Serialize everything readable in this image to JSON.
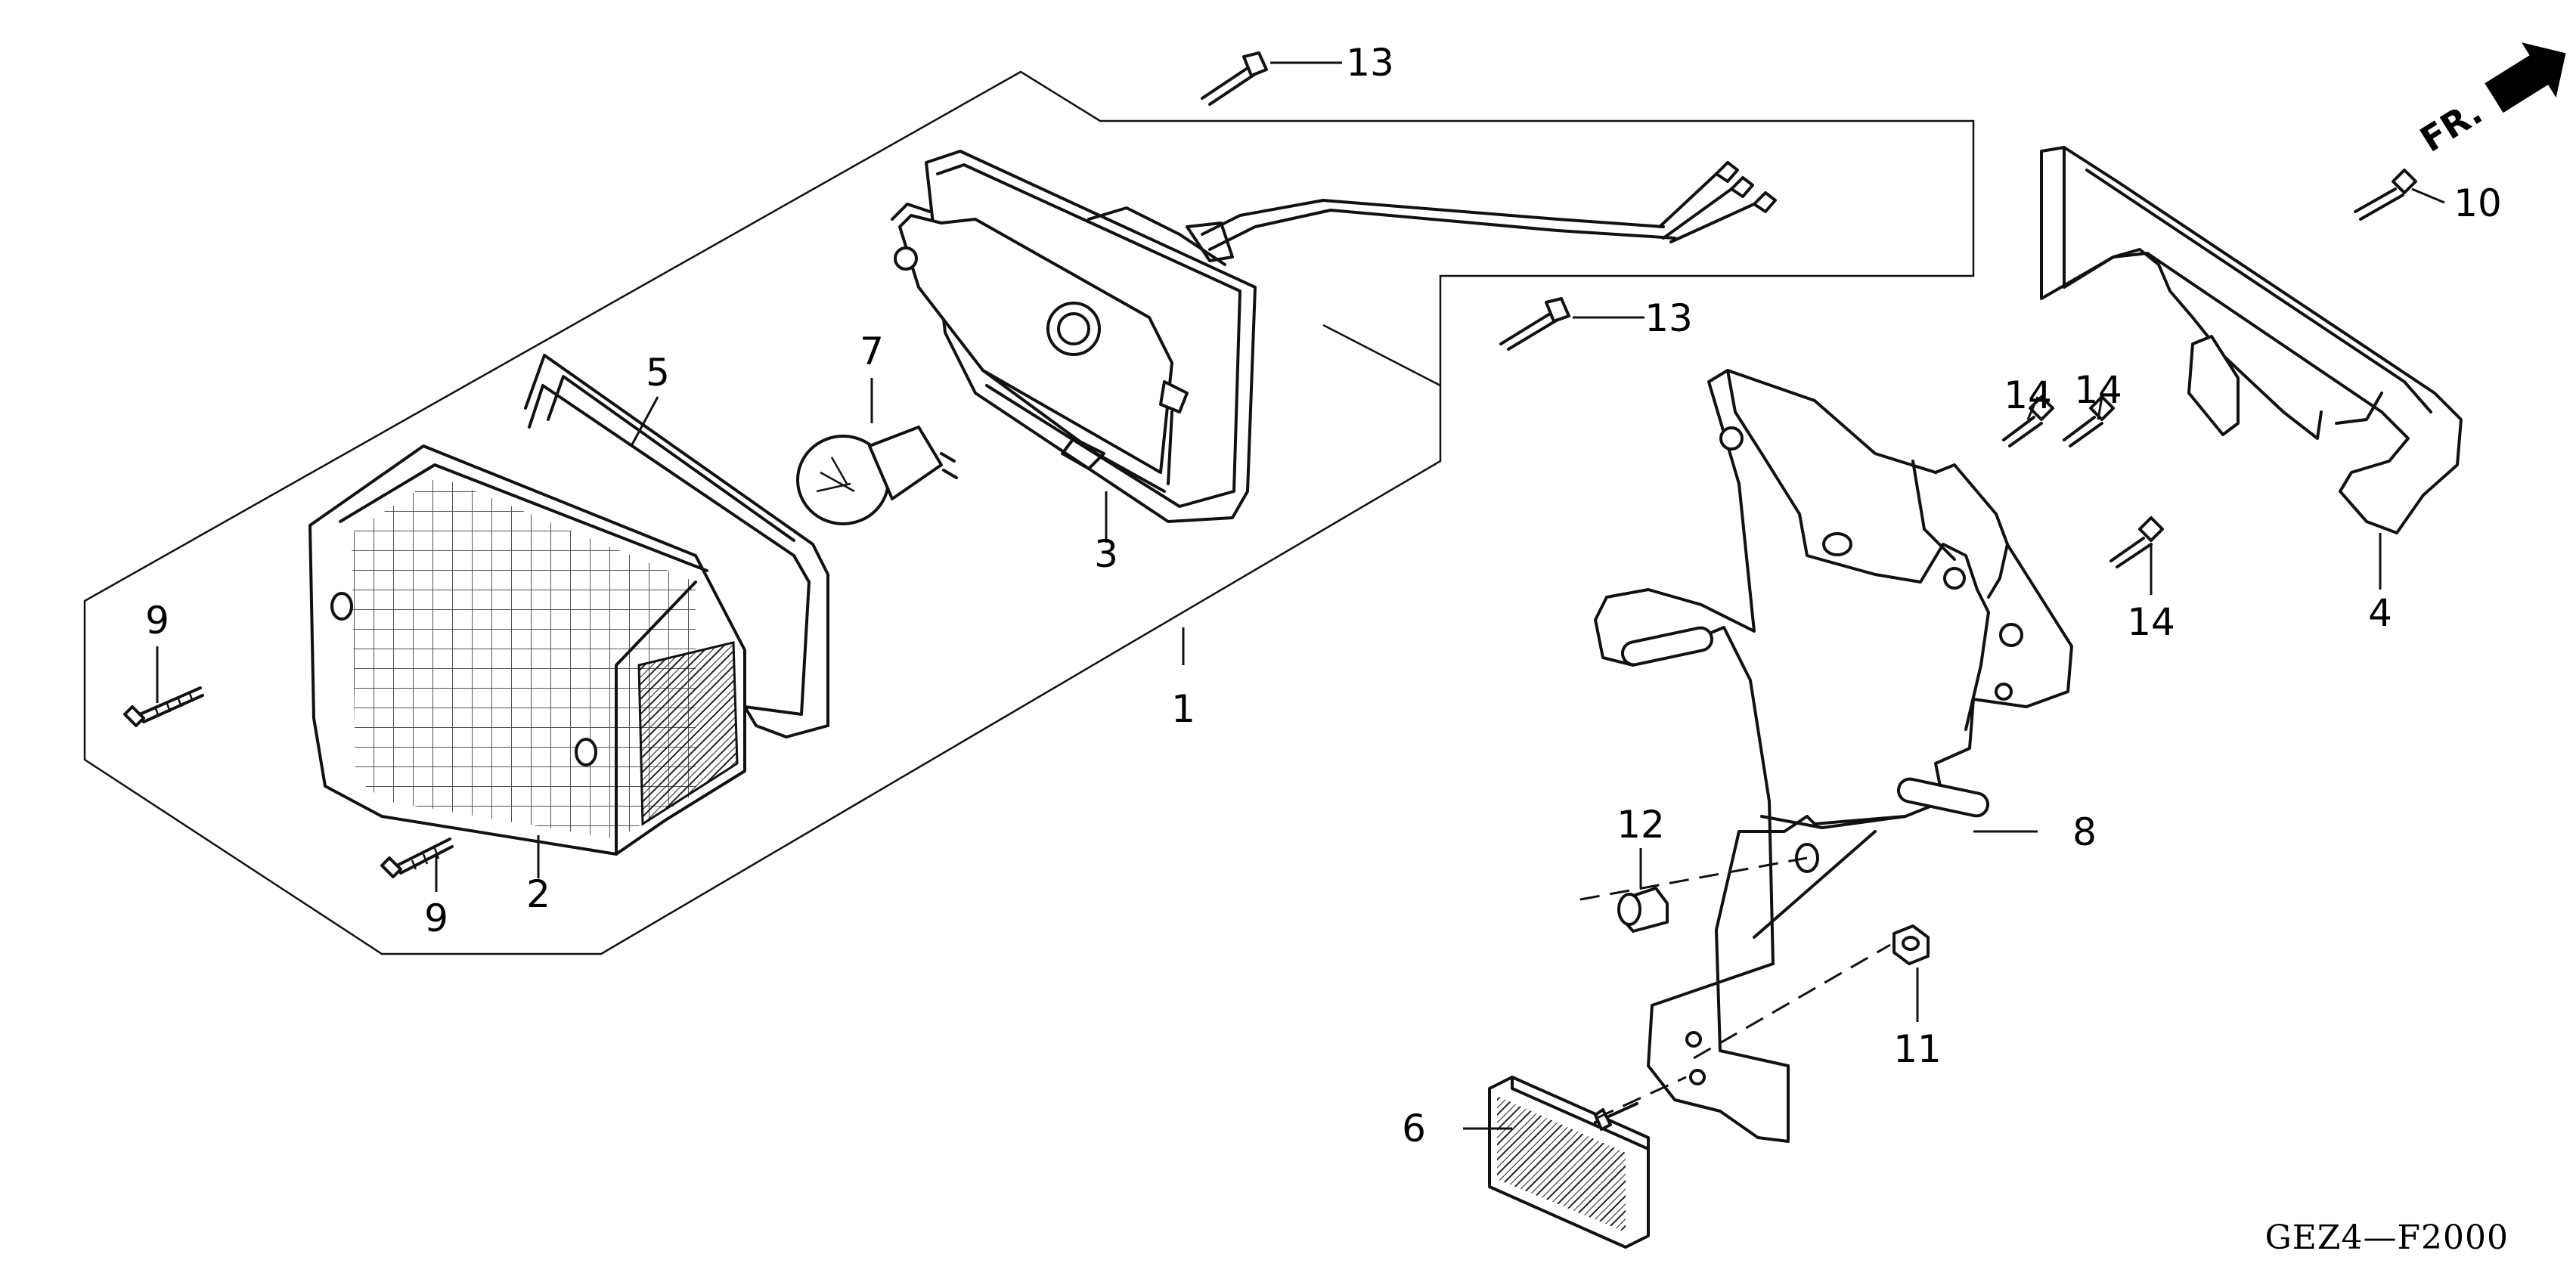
{
  "diagram": {
    "drawing_code": "GEZ4—F2000",
    "direction_label": "FR.",
    "callouts": {
      "c1": "1",
      "c2": "2",
      "c3": "3",
      "c4": "4",
      "c5": "5",
      "c6": "6",
      "c7": "7",
      "c8": "8",
      "c9a": "9",
      "c9b": "9",
      "c10": "10",
      "c11": "11",
      "c12": "12",
      "c13a": "13",
      "c13b": "13",
      "c14a": "14",
      "c14b": "14",
      "c14c": "14"
    }
  }
}
